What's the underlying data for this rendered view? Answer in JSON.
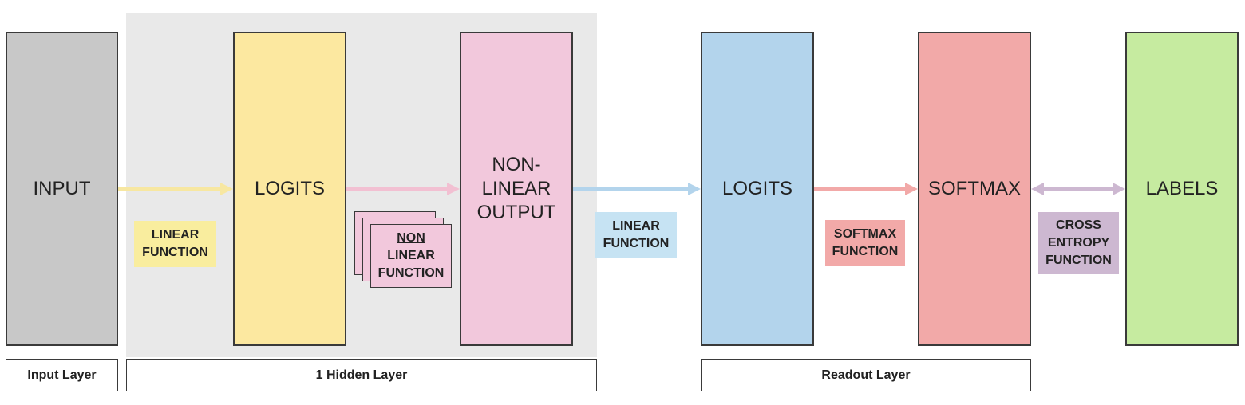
{
  "blocks": {
    "input": "INPUT",
    "logits_hidden": "LOGITS",
    "nonlinear_output": "NON-\nLINEAR\nOUTPUT",
    "logits_readout": "LOGITS",
    "softmax": "SOFTMAX",
    "labels": "LABELS"
  },
  "functions": {
    "linear_1": "LINEAR\nFUNCTION",
    "nonlinear": {
      "line1": "NON",
      "line2": "LINEAR",
      "line3": "FUNCTION"
    },
    "linear_2": "LINEAR\nFUNCTION",
    "softmax": "SOFTMAX\nFUNCTION",
    "cross_entropy": "CROSS\nENTROPY\nFUNCTION"
  },
  "layers": {
    "input": "Input Layer",
    "hidden": "1 Hidden Layer",
    "readout": "Readout Layer"
  },
  "colors": {
    "input": "#c8c8c8",
    "logits_hidden": "#fce8a0",
    "nonlinear": "#f2c8dc",
    "logits_readout": "#b3d4ec",
    "softmax": "#f2a9a8",
    "labels": "#c6eba0",
    "cross_entropy": "#cdb8d1",
    "hidden_region": "#e9e9e9"
  }
}
